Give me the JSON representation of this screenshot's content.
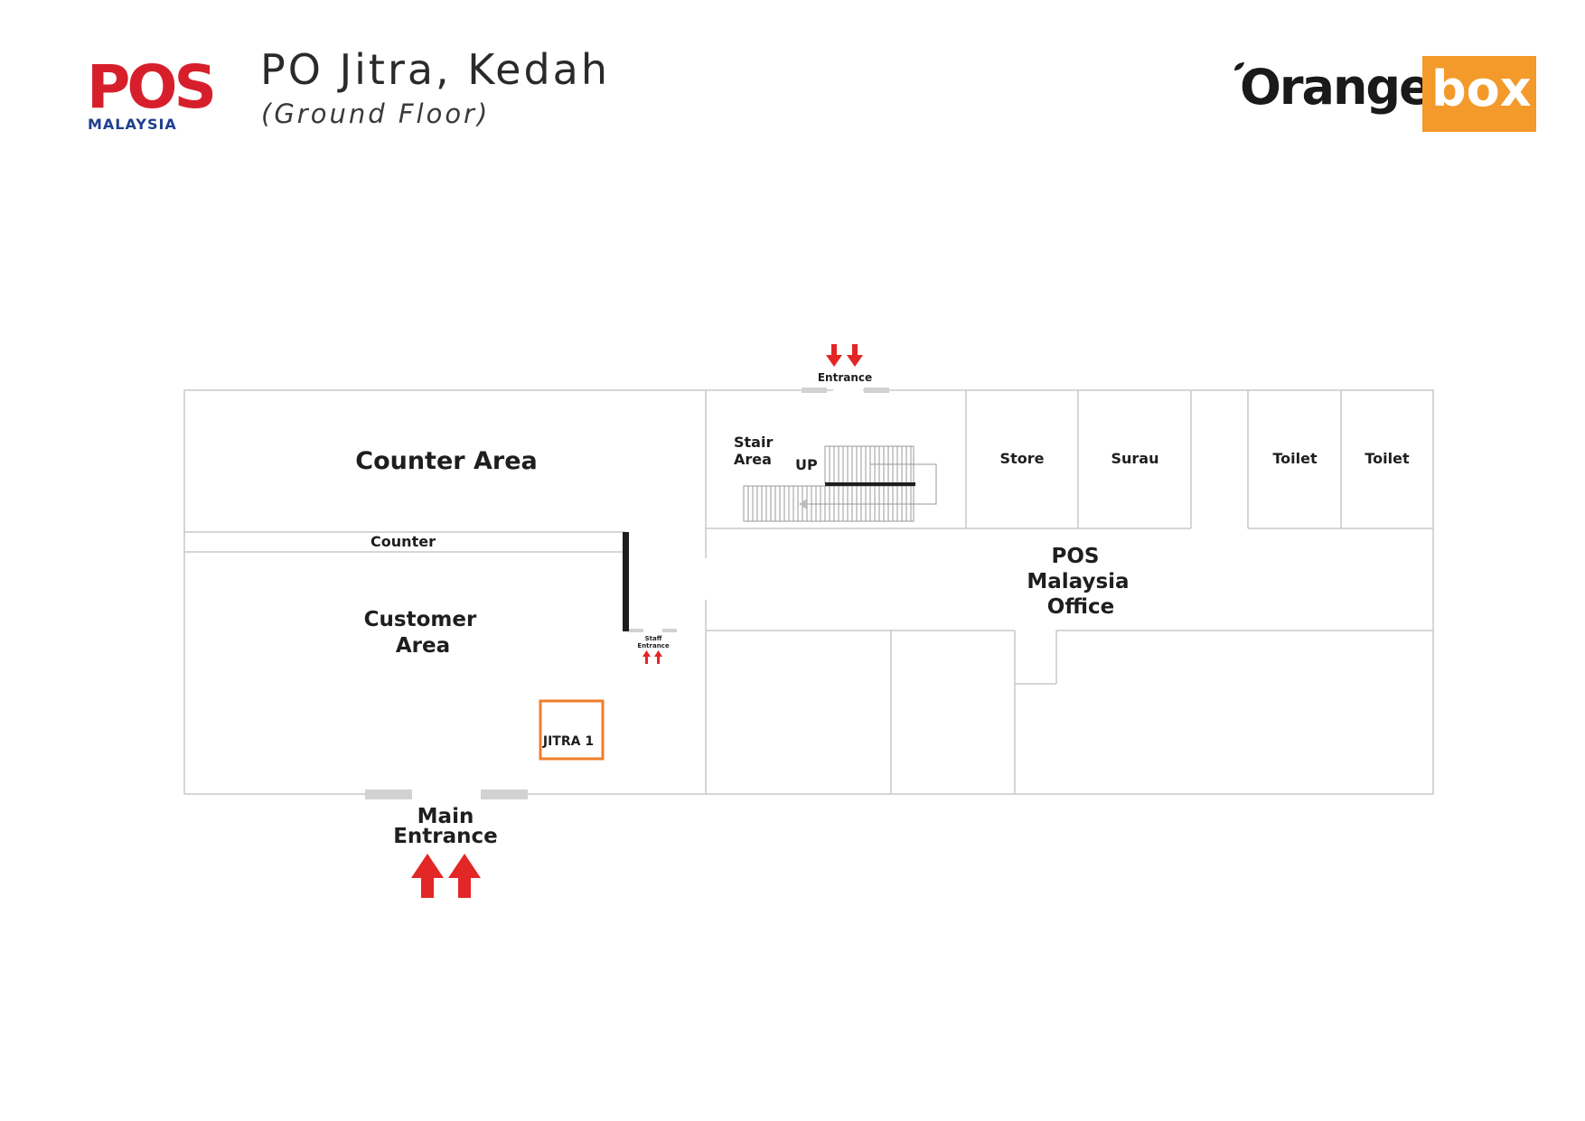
{
  "header": {
    "title": "PO Jitra, Kedah",
    "subtitle": "(Ground Floor)"
  },
  "logos": {
    "pos": {
      "wordmark": "POS",
      "sub": "MALAYSIA",
      "color": "#d71f2b",
      "sub_color": "#1f3f8f"
    },
    "orangebox": {
      "left": "Orange",
      "right": "box",
      "accent": "#f39a2b"
    }
  },
  "rooms": {
    "counter_area": "Counter Area",
    "counter": "Counter",
    "customer_area_line1": "Customer",
    "customer_area_line2": "Area",
    "stair_area_line1": "Stair",
    "stair_area_line2": "Area",
    "stair_up": "UP",
    "store": "Store",
    "surau": "Surau",
    "toilet_1": "Toilet",
    "toilet_2": "Toilet",
    "office_line1": "POS",
    "office_line2": "Malaysia",
    "office_line3": "Office"
  },
  "markers": {
    "locker": "JITRA 1",
    "locker_color": "#f07d2a"
  },
  "entrances": {
    "top": "Entrance",
    "staff_line1": "Staff",
    "staff_line2": "Entrance",
    "main_line1": "Main",
    "main_line2": "Entrance",
    "arrow_color": "#e32626"
  }
}
